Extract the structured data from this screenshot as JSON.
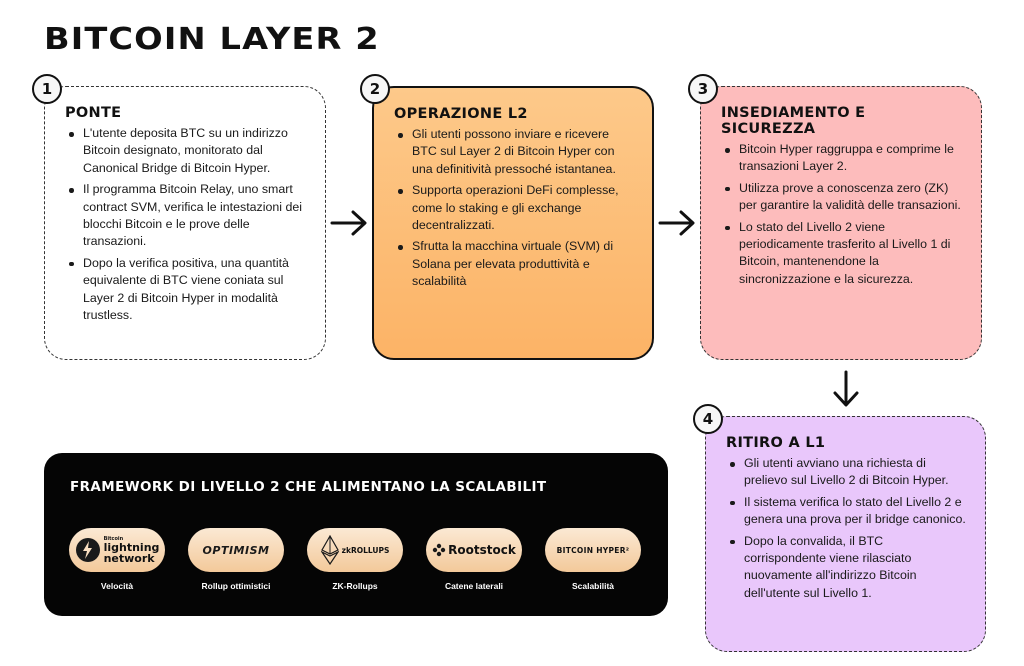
{
  "title": "BITCOIN LAYER 2",
  "steps": [
    {
      "number": "1",
      "title": "PONTE",
      "bullets": [
        "L'utente deposita BTC su un indirizzo Bitcoin designato, monitorato dal Canonical Bridge di Bitcoin Hyper.",
        "Il programma Bitcoin Relay, uno smart contract SVM, verifica le intestazioni dei blocchi Bitcoin e le prove delle transazioni.",
        "Dopo la verifica positiva, una quantità equivalente di BTC viene coniata sul Layer 2 di Bitcoin Hyper in modalità trustless."
      ]
    },
    {
      "number": "2",
      "title": "OPERAZIONE L2",
      "bullets": [
        "Gli utenti possono inviare e ricevere BTC sul Layer 2 di Bitcoin Hyper con una definitività pressoché istantanea.",
        "Supporta operazioni DeFi complesse, come lo staking e gli exchange decentralizzati.",
        "Sfrutta la macchina virtuale (SVM) di Solana per elevata produttività e scalabilità"
      ]
    },
    {
      "number": "3",
      "title": "INSEDIAMENTO E SICUREZZA",
      "bullets": [
        "Bitcoin Hyper raggruppa e comprime le transazioni Layer 2.",
        "Utilizza prove a conoscenza zero (ZK) per garantire la validità delle transazioni.",
        "Lo stato del Livello 2 viene periodicamente trasferito al Livello 1 di Bitcoin, mantenendone la sincronizzazione e la sicurezza."
      ]
    },
    {
      "number": "4",
      "title": "RITIRO A L1",
      "bullets": [
        "Gli utenti avviano una richiesta di prelievo sul Livello 2 di Bitcoin Hyper.",
        "Il sistema verifica lo stato del Livello 2 e genera una prova per il bridge canonico.",
        "Dopo la convalida, il BTC corrispondente viene rilasciato nuovamente all'indirizzo Bitcoin dell'utente sul Livello 1."
      ]
    }
  ],
  "framework": {
    "title": "FRAMEWORK DI LIVELLO 2 CHE ALIMENTANO LA SCALABILIT",
    "items": [
      {
        "logo_small": "Bitcoin",
        "logo_line1": "lightning",
        "logo_line2": "network",
        "caption": "Velocità",
        "icon": "lightning-icon"
      },
      {
        "logo": "OPTIMISM",
        "caption": "Rollup ottimistici"
      },
      {
        "logo": "zkROLLUPS",
        "caption": "ZK-Rollups",
        "icon": "ethereum-icon"
      },
      {
        "logo": "Rootstock",
        "caption": "Catene laterali",
        "icon": "rootstock-icon"
      },
      {
        "logo": "BITCOIN HYPER²",
        "caption": "Scalabilità"
      }
    ]
  },
  "colors": {
    "card2": "#fcbd76",
    "card3": "#fdbcbc",
    "card4": "#e9c7fb",
    "framework_bg": "#050505"
  }
}
